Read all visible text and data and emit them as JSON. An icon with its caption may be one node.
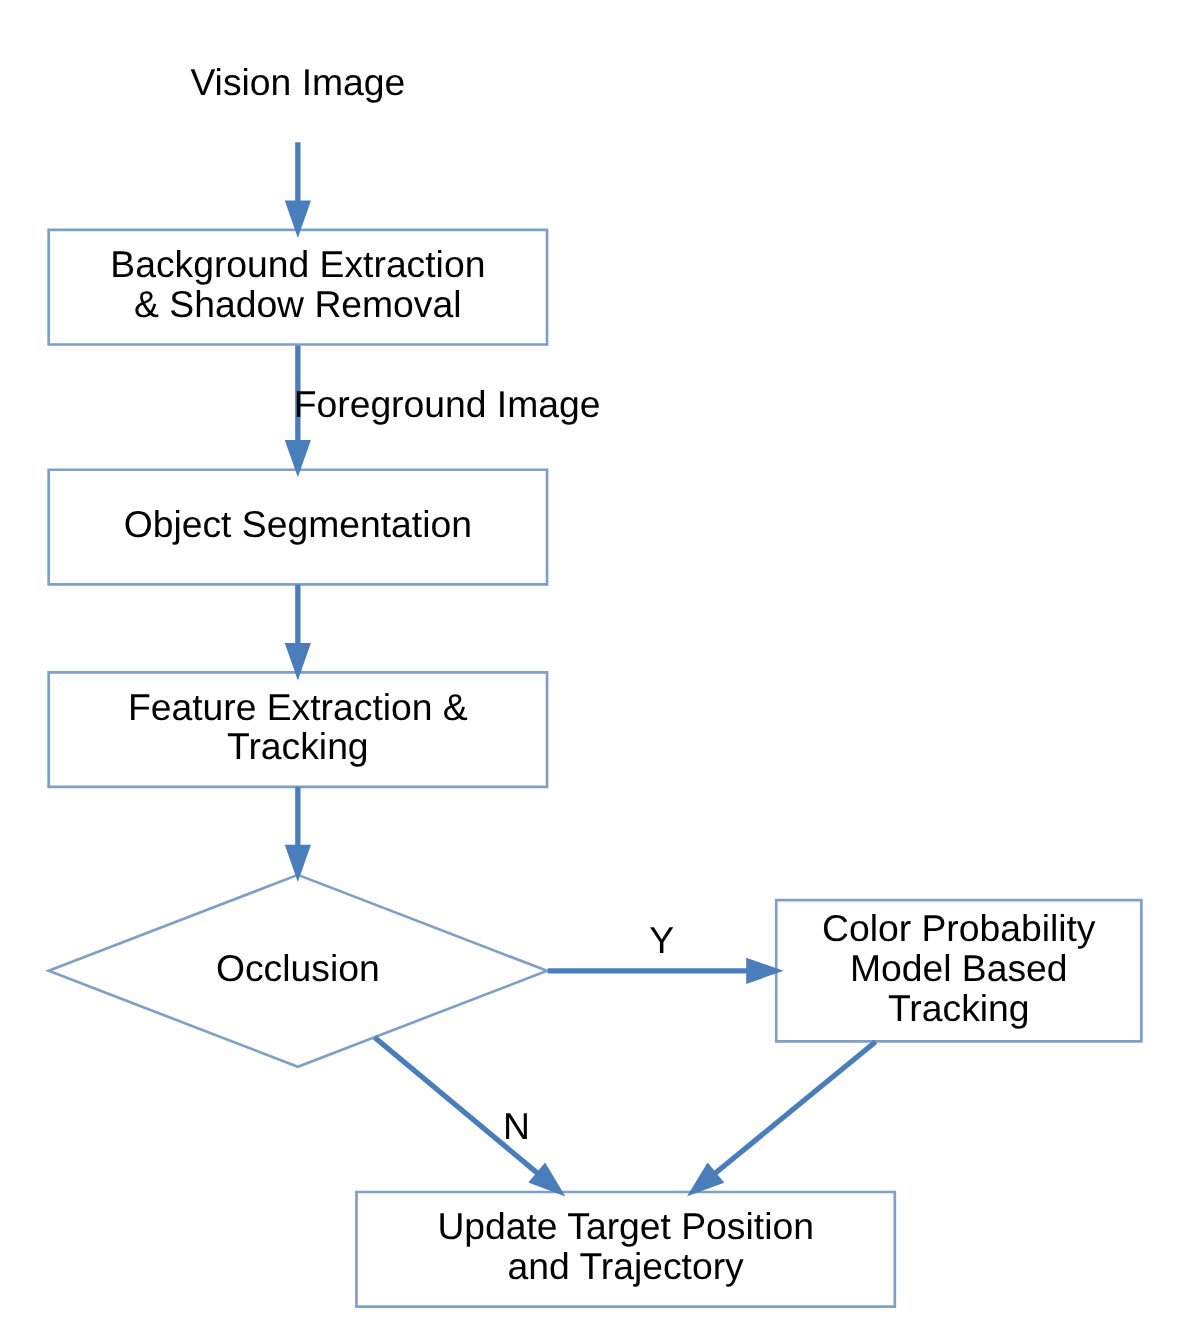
{
  "diagram": {
    "nodes": [
      {
        "text": [
          "Vision Image"
        ]
      },
      {
        "text": [
          "Background Extraction & Shadow Removal"
        ]
      },
      {
        "text": [
          "Object Segmentation"
        ]
      },
      {
        "text": [
          "Feature Extraction & Tracking"
        ]
      },
      {
        "text": [
          "Occlusion"
        ]
      },
      {
        "text": [
          "Color Probability Model Based Tracking"
        ]
      },
      {
        "text": [
          "Update Target Position and Trajectory"
        ]
      }
    ],
    "edges": [
      {
        "from": 0,
        "to": 1,
        "arrow": "to"
      },
      {
        "from": 1,
        "to": 2,
        "arrow": "to",
        "label": "Foreground Image"
      },
      {
        "from": 2,
        "to": 3,
        "arrow": "to"
      },
      {
        "from": 3,
        "to": 4,
        "arrow": "to"
      },
      {
        "from": 4,
        "to": 5,
        "arrow": "to",
        "label": "Y"
      },
      {
        "from": 4,
        "to": 6,
        "arrow": "to",
        "label": "N"
      },
      {
        "from": 5,
        "to": 6,
        "arrow": "to"
      }
    ]
  }
}
